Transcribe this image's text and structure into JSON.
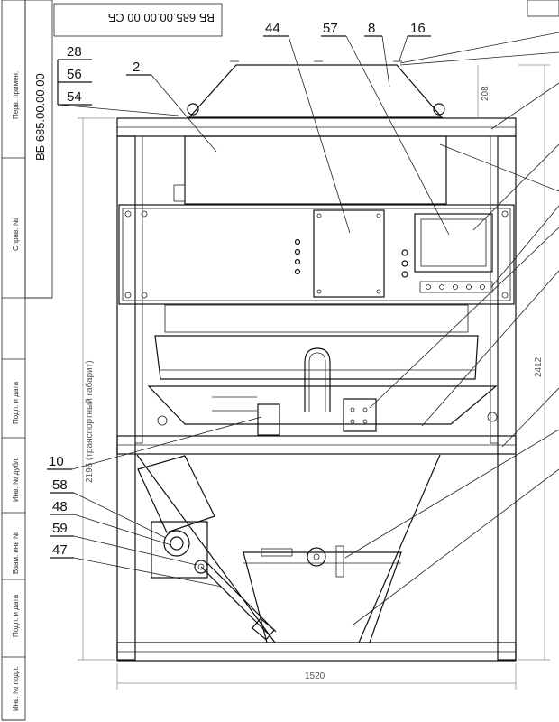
{
  "title_block": {
    "designation": "ВБ 685.00.00.00 СБ"
  },
  "side_stamp": {
    "code": "ВБ 685.00.00.00",
    "fields": [
      "Перв. примен.",
      "Справ. №",
      "Подп. и дата",
      "Инв. № дубл.",
      "Взам. инв №",
      "Подп. и дата",
      "Инв. № подл."
    ]
  },
  "dimensions": {
    "height_transport": "2196 (транспортный габарит)",
    "height_total": "2412",
    "top_offset": "208",
    "width": "1520"
  },
  "callouts": {
    "top_left_stack": [
      "28",
      "56",
      "54"
    ],
    "item_2": "2",
    "item_44": "44",
    "item_57": "57",
    "item_8": "8",
    "item_16": "16",
    "item_10": "10",
    "left_stack": [
      "58",
      "48",
      "59",
      "47"
    ]
  }
}
